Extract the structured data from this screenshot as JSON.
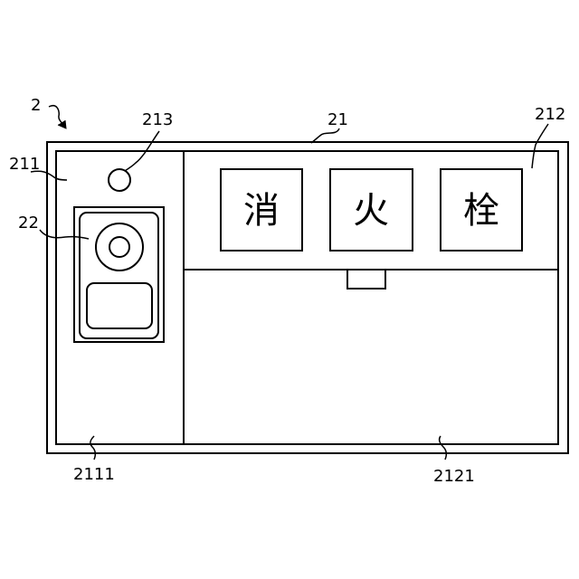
{
  "panel_characters": [
    "消",
    "火",
    "栓"
  ],
  "reference_numerals": {
    "device": "2",
    "housing": "21",
    "left_compartment": "211",
    "right_compartment": "212",
    "indicator_lamp": "213",
    "alarm_unit": "22",
    "left_door_bottom": "2111",
    "right_door_bottom": "2121"
  },
  "colors": {
    "line": "#000000",
    "background": "#ffffff"
  }
}
